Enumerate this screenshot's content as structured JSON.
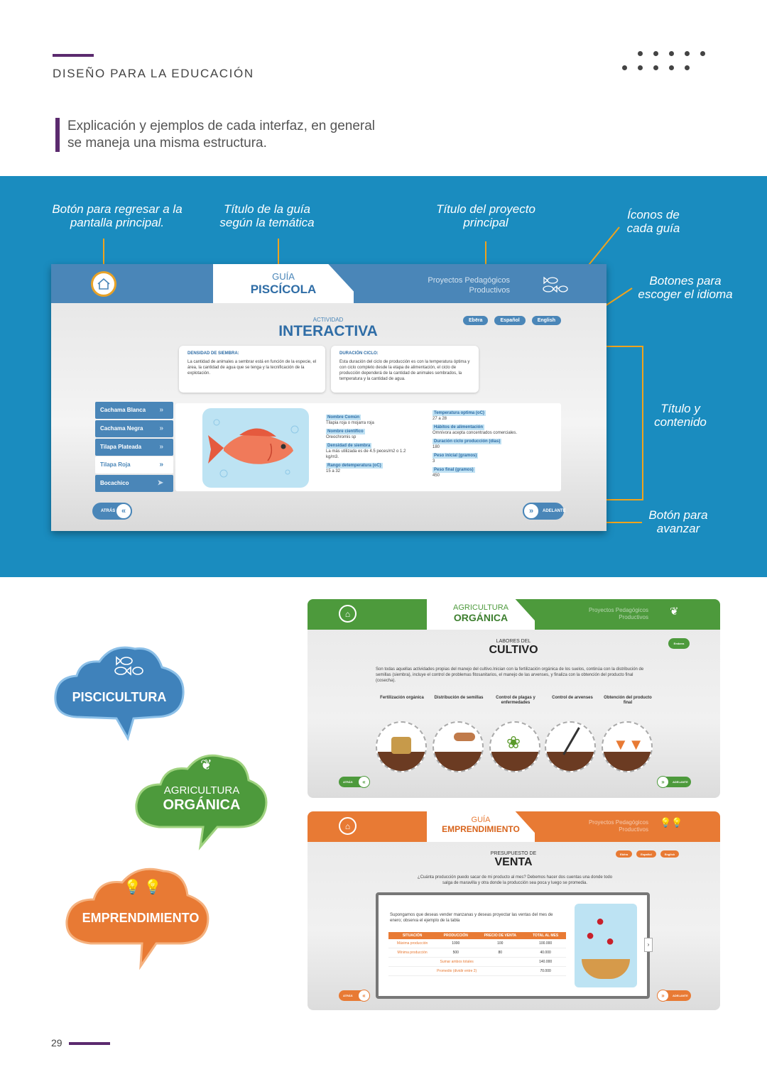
{
  "header": {
    "section_title": "DISEÑO PARA LA EDUCACIÓN",
    "intro": "Explicación y ejemplos de cada interfaz, en general se maneja una misma estructura."
  },
  "callouts": {
    "back_button": "Botón para regresar a la pantalla principal.",
    "guide_title": "Título de la guía según la temática",
    "project_title": "Título del proyecto principal",
    "guide_icons": "Íconos de cada guía",
    "language_buttons": "Botones para escoger el idioma",
    "title_content": "Título y contenido",
    "advance_button": "Botón para avanzar"
  },
  "main_screen": {
    "guide_label": "GUÍA",
    "guide_name": "PISCÍCOLA",
    "project": "Proyectos Pedagógicos Productivos",
    "languages": [
      "Ebëra",
      "Español",
      "English"
    ],
    "activity_label": "ACTIVIDAD",
    "activity_title": "INTERACTIVA",
    "card1": {
      "heading": "DENSIDAD DE SIEMBRA:",
      "text": "La cantidad de animales a sembrar está en función de la especie, el área, la cantidad de agua que se tenga y la tecnificación de la explotación."
    },
    "card2": {
      "heading": "DURACIÓN CICLO:",
      "text": "Esta duración del ciclo de producción es con la temperatura óptima y con ciclo completo desde la etapa de alimentación, el ciclo de producción dependerá de la cantidad de animales sembrados, la temperatura y la cantidad de agua."
    },
    "species": [
      "Cachama Blanca",
      "Cachama Negra",
      "Tilapa Plateada",
      "Tilapa Roja",
      "Bocachico"
    ],
    "fields_left": [
      {
        "label": "Nombre Común",
        "value": "Tilapia roja o mojarra roja"
      },
      {
        "label": "Nombre científico",
        "value": "Oreochromis sp"
      },
      {
        "label": "Densidad de siembra",
        "value": "La más utilizada es de 4.5 peces/m2 o 1.2 kg/m3."
      },
      {
        "label": "Rango detemperatura (oC)",
        "value": "15 a 32"
      }
    ],
    "fields_right": [
      {
        "label": "Temperatura optima (oC)",
        "value": "27 a 28"
      },
      {
        "label": "Hábitos de alimentación",
        "value": "Omnívora acepta concentrados comerciales."
      },
      {
        "label": "Duración ciclo producción (días)",
        "value": "180"
      },
      {
        "label": "Peso inicial (gramos)",
        "value": "3"
      },
      {
        "label": "Peso final (gramos)",
        "value": "450"
      }
    ],
    "back": "ATRÁS",
    "next": "ADELANTE"
  },
  "clouds": {
    "pisc": "PISCICULTURA",
    "agri_top": "AGRICULTURA",
    "agri_bottom": "ORGÁNICA",
    "emp": "EMPRENDIMIENTO"
  },
  "agri_screen": {
    "tab_top": "AGRICULTURA",
    "tab_bottom": "ORGÁNICA",
    "project": "Proyectos Pedagógicos Productivos",
    "lang": "Embera",
    "subtitle": "LABORES DEL",
    "title": "CULTIVO",
    "text": "Son todas aquellas actividades propias del manejo del cultivo.Inician con la fertilización orgánica de los suelos, continúa con la distribución de semillas (siembra), incluye el control de problemas fitosanitarios, el manejo de las arvenses, y finaliza con la obtención del producto final (cosecha).",
    "steps": [
      "Fertilización orgánica",
      "Distribución de semillas",
      "Control de plagas y enfermedades",
      "Control de arvenses",
      "Obtención del producto final"
    ],
    "back": "ATRÁS",
    "next": "ADELANTE"
  },
  "emp_screen": {
    "tab_top": "GUÍA",
    "tab_bottom": "EMPRENDIMIENTO",
    "project": "Proyectos Pedagógicos Productivos",
    "languages": [
      "Ebëra",
      "Español",
      "English"
    ],
    "subtitle": "PRESUPUESTO DE",
    "title": "VENTA",
    "question": "¿Cuánta producción puedo sacar de mi producto al mes? Debemos hacer dos cuentas una donde todo salga de maravilla y otra donde la producción sea poca y luego se promedia.",
    "panel_text": "Supongamos que deseas vender manzanas y deseas proyectar las ventas del mes de enero; observa el ejemplo de la tabla",
    "headers": [
      "SITUACIÓN",
      "PRODUCCIÓN",
      "PRECIO DE VENTA",
      "TOTAL AL MES"
    ],
    "rows": [
      [
        "Máxima producción",
        "1000",
        "100",
        "100.000"
      ],
      [
        "Mínima producción",
        "500",
        "80",
        "40.000"
      ]
    ],
    "sum_label": "Sumar ambos totales",
    "sum_value": "140.000",
    "avg_label": "Promedio (dividir entre 2)",
    "avg_value": "70.000",
    "back": "ATRÁS",
    "next": "ADELANTE"
  },
  "footer": {
    "page_number": "29"
  },
  "colors": {
    "purple": "#5b2a6e",
    "band_blue": "#1a8cbf",
    "guide_blue": "#4a86b8",
    "agri_green": "#4d9a3c",
    "emp_orange": "#e87a34",
    "callout_line": "#f0a31c"
  }
}
